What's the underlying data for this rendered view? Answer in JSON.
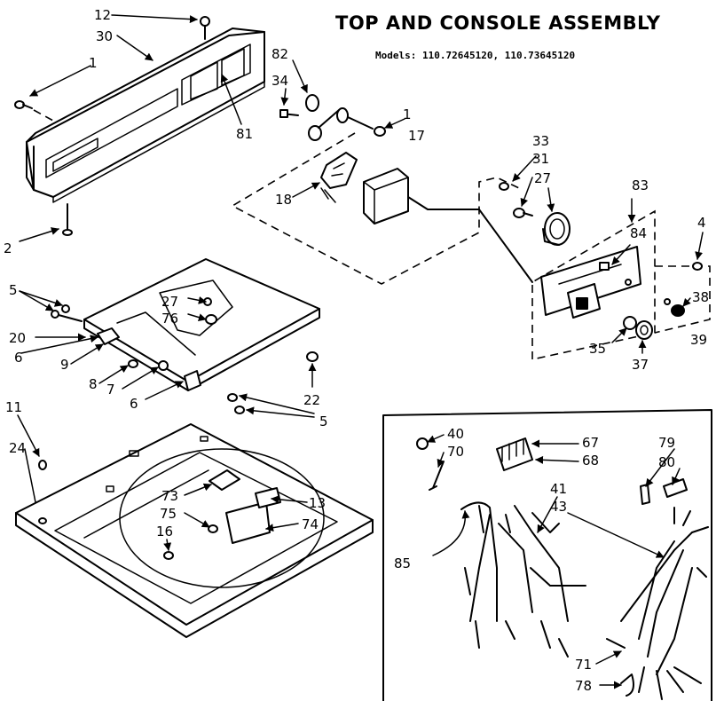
{
  "header": {
    "title": "TOP AND CONSOLE ASSEMBLY",
    "models": "Models: 110.72645120, 110.73645120"
  },
  "labels": {
    "n1a": "1",
    "n1b": "1",
    "n2": "2",
    "n4": "4",
    "n5a": "5",
    "n5b": "5",
    "n6a": "6",
    "n6b": "6",
    "n7": "7",
    "n8": "8",
    "n9": "9",
    "n11": "11",
    "n12": "12",
    "n13": "13",
    "n16": "16",
    "n17": "17",
    "n18": "18",
    "n20": "20",
    "n22": "22",
    "n24": "24",
    "n27a": "27",
    "n27b": "27",
    "n30": "30",
    "n31": "31",
    "n33": "33",
    "n34": "34",
    "n35": "35",
    "n37": "37",
    "n38": "38",
    "n39": "39",
    "n40": "40",
    "n41": "41",
    "n43": "43",
    "n67": "67",
    "n68": "68",
    "n70": "70",
    "n71": "71",
    "n73": "73",
    "n74": "74",
    "n75": "75",
    "n76": "76",
    "n78": "78",
    "n79": "79",
    "n80": "80",
    "n81": "81",
    "n82": "82",
    "n83": "83",
    "n84": "84",
    "n85": "85"
  }
}
